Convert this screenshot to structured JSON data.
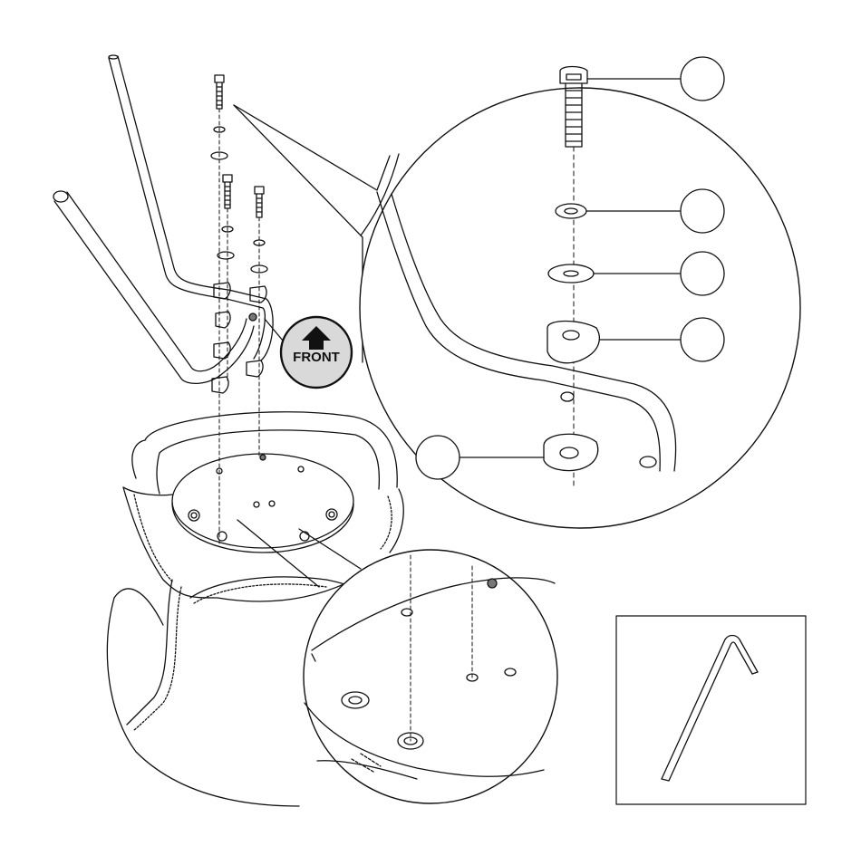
{
  "diagram": {
    "front_badge_label": "FRONT",
    "callout_circles": [
      {
        "part": "screw",
        "label": ""
      },
      {
        "part": "lock-washer",
        "label": ""
      },
      {
        "part": "flat-washer",
        "label": ""
      },
      {
        "part": "spacer-block",
        "label": ""
      },
      {
        "part": "mounting-spacer",
        "label": ""
      }
    ],
    "tool_box": {
      "tool": "hex-key-icon"
    },
    "colors": {
      "stroke": "#111111",
      "badge_fill": "#d9d9d9",
      "badge_arrow": "#111111",
      "marker_dot": "#777777"
    }
  }
}
